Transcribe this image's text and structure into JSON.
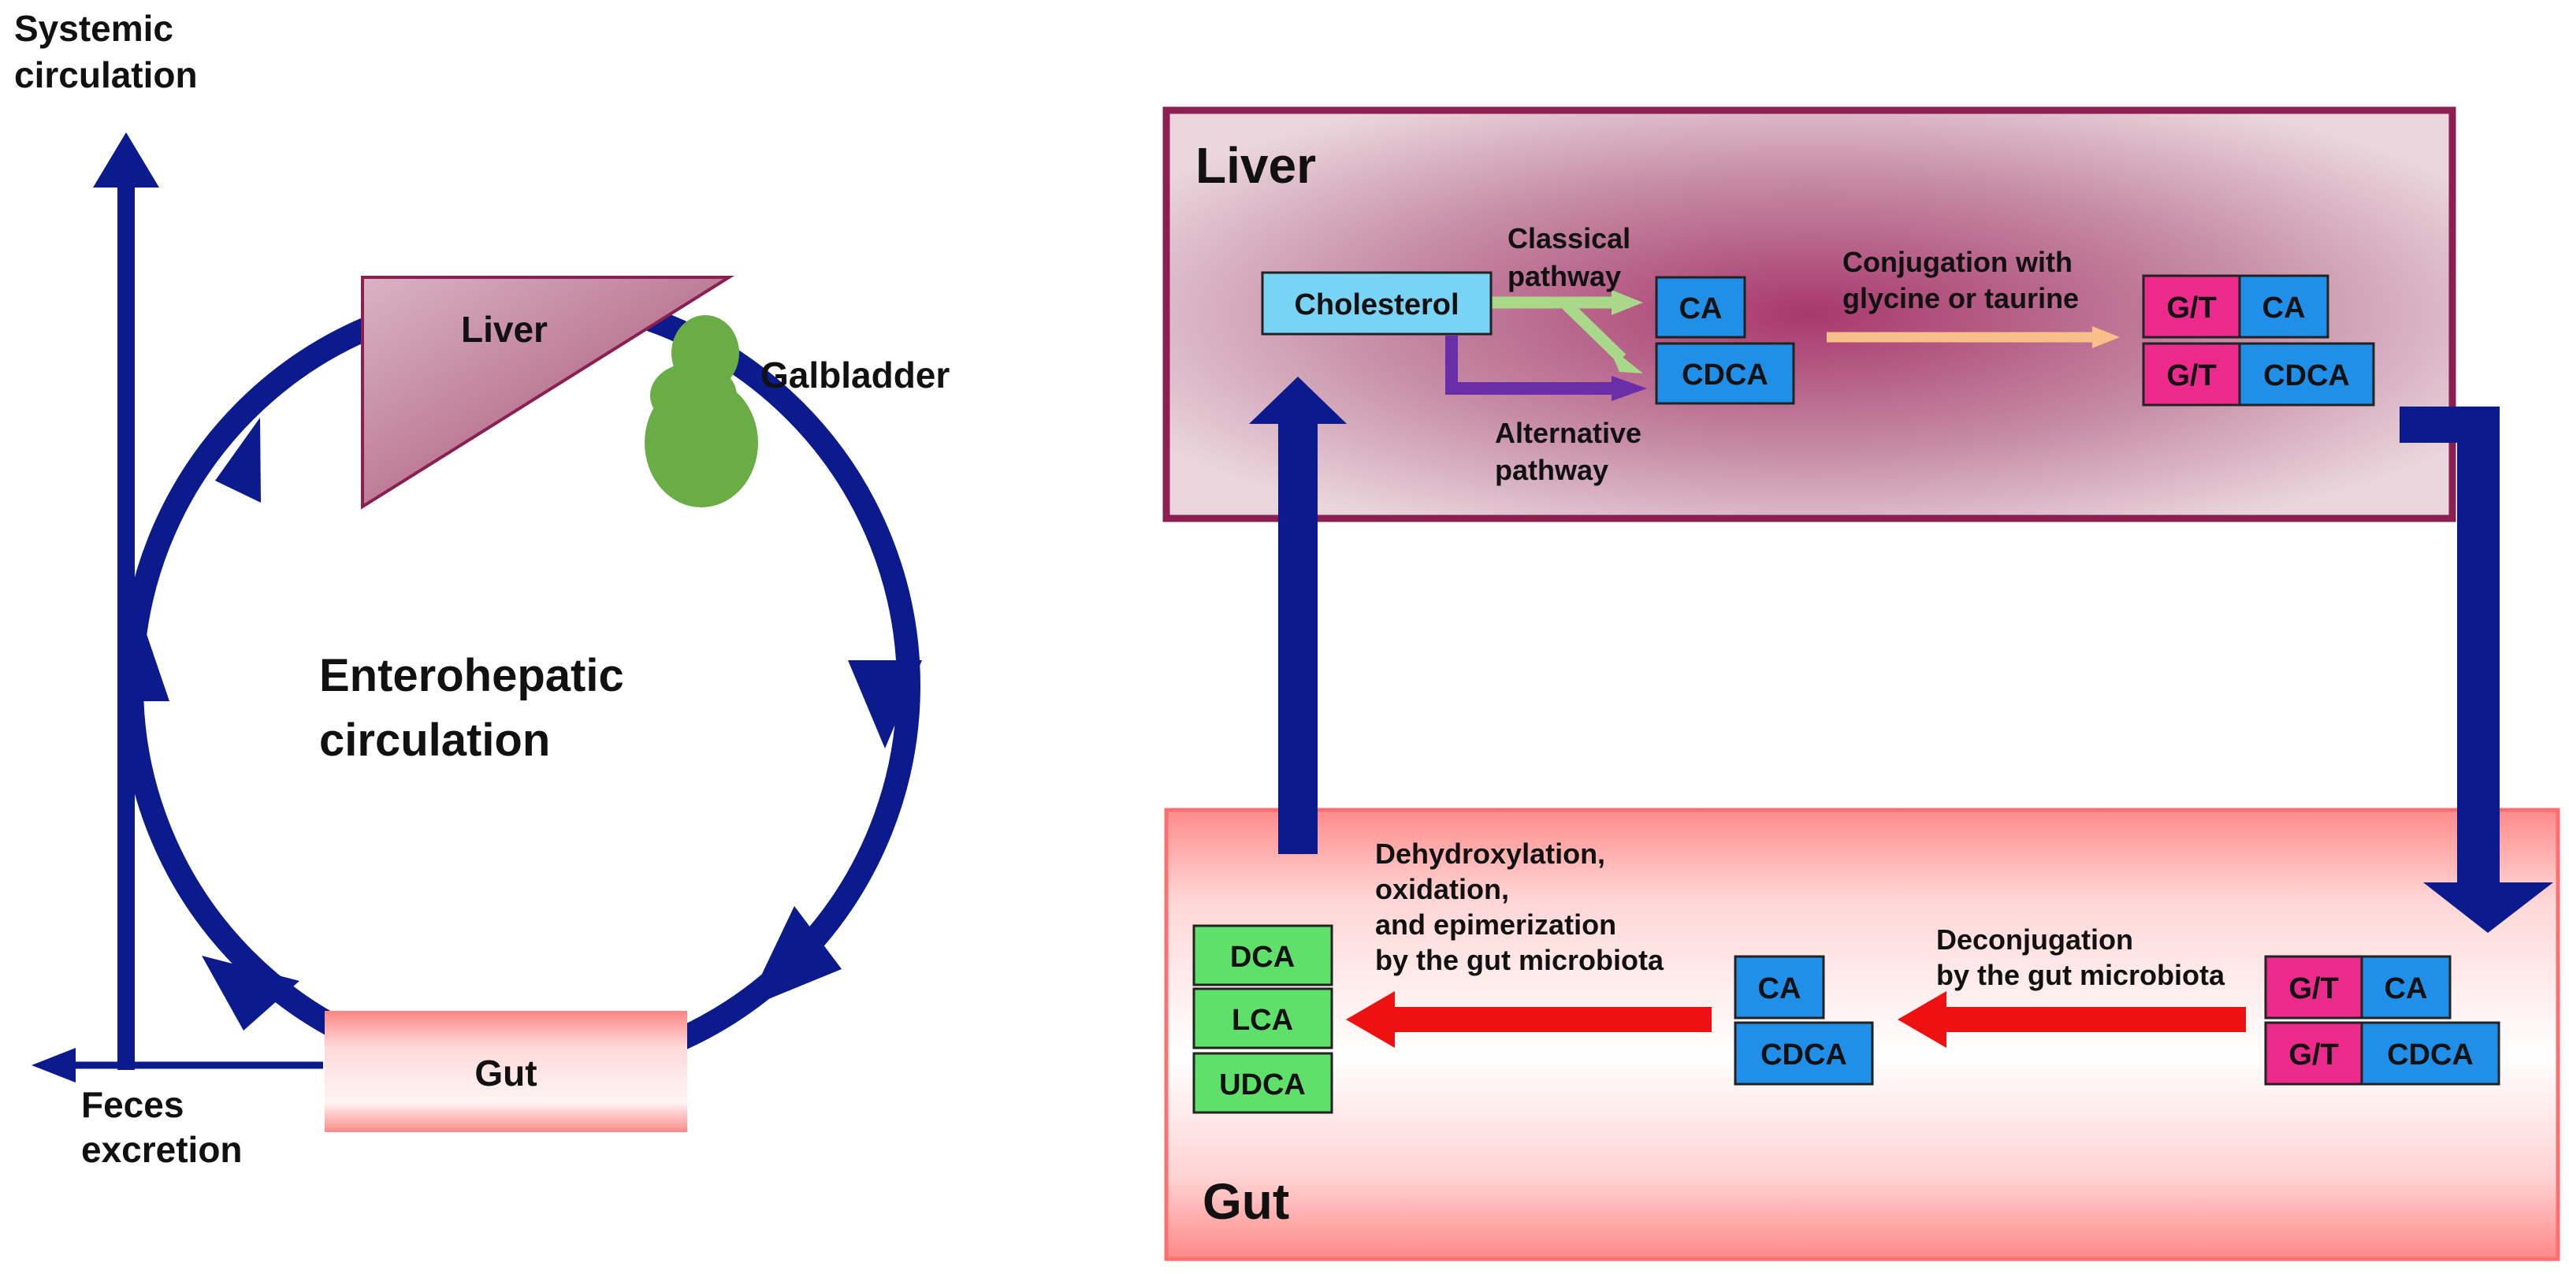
{
  "colors": {
    "navy": "#0b1a8c",
    "liver_border": "#8c1f52",
    "liver_fill": "#b0577e",
    "gut_border": "#ff6f6f",
    "gut_fill": "#ff8080",
    "galbladder": "#6aad46",
    "cholesterol_box": "#78d3f5",
    "bile_acid_box": "#1f8fe8",
    "conjugate_box": "#ec2a8c",
    "secondary_box": "#5fe06a",
    "classical_arrow": "#a9d88a",
    "alternative_arrow": "#6a2ea8",
    "conjugation_arrow": "#f7c08a",
    "microbiota_arrow": "#ee1111"
  },
  "left": {
    "systemic_label": [
      "Systemic",
      "circulation"
    ],
    "liver_label": "Liver",
    "galbladder_label": "Galbladder",
    "center_label": [
      "Enterohepatic",
      "circulation"
    ],
    "gut_label": "Gut",
    "feces_label": [
      "Feces",
      "excretion"
    ]
  },
  "liver_panel": {
    "title": "Liver",
    "cholesterol": "Cholesterol",
    "classical_label": [
      "Classical",
      "pathway"
    ],
    "alternative_label": [
      "Alternative",
      "pathway"
    ],
    "primary": [
      "CA",
      "CDCA"
    ],
    "conjugation_label": [
      "Conjugation with",
      "glycine or taurine"
    ],
    "conjugated": [
      {
        "prefix": "G/T",
        "acid": "CA"
      },
      {
        "prefix": "G/T",
        "acid": "CDCA"
      }
    ]
  },
  "gut_panel": {
    "title": "Gut",
    "conjugated": [
      {
        "prefix": "G/T",
        "acid": "CA"
      },
      {
        "prefix": "G/T",
        "acid": "CDCA"
      }
    ],
    "deconjugation_label": [
      "Deconjugation",
      "by the gut microbiota"
    ],
    "primary": [
      "CA",
      "CDCA"
    ],
    "dehydroxylation_label": [
      "Dehydroxylation,",
      "oxidation,",
      "and epimerization",
      "by the gut microbiota"
    ],
    "secondary": [
      "DCA",
      "LCA",
      "UDCA"
    ]
  }
}
